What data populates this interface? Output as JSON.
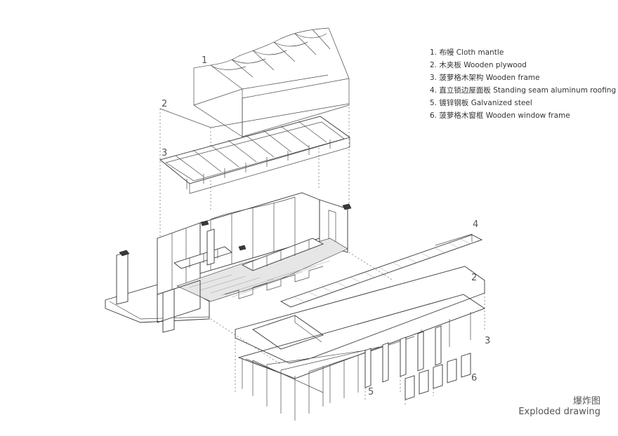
{
  "legend": [
    "1.  布幔 Cloth mantle",
    "2.  木夹板 Wooden plywood",
    "3.  菠萝格木架构 Wooden frame",
    "4.  直立锁边屋面板 Standing seam aluminum roofing",
    "5.  镀锌钢板 Galvanized steel",
    "6.  菠萝格木窗框 Wooden window frame"
  ],
  "callouts": [
    "1",
    "2",
    "3",
    "4",
    "2",
    "3",
    "5",
    "6"
  ],
  "caption": {
    "zh": "爆炸图",
    "en": "Exploded drawing"
  }
}
